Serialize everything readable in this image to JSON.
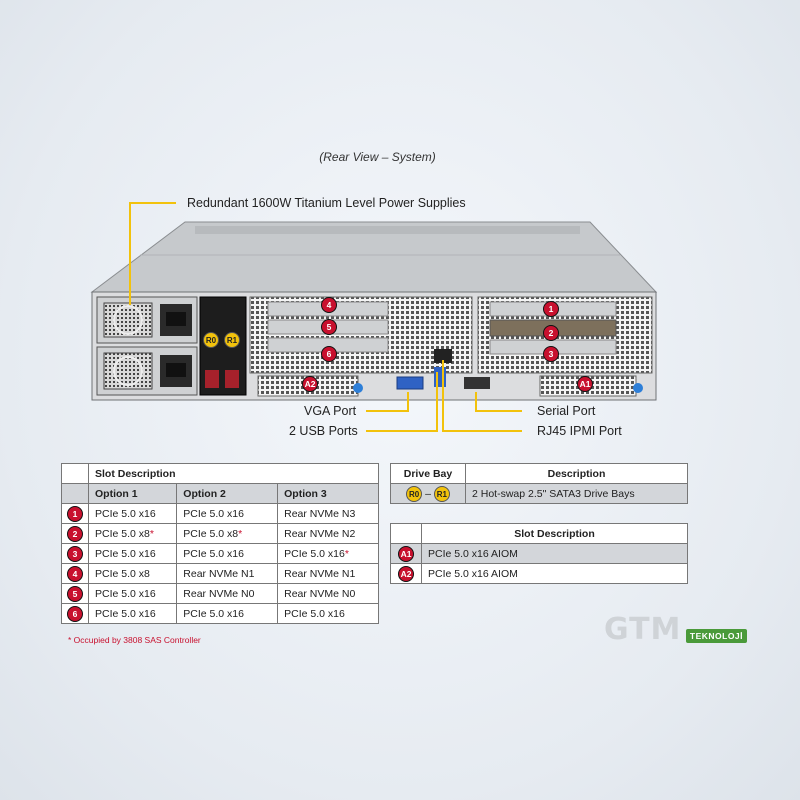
{
  "view_title": "(Rear View – System)",
  "callouts": {
    "power_supplies": "Redundant 1600W Titanium Level Power Supplies",
    "vga_port": "VGA Port",
    "usb_ports": "2 USB Ports",
    "serial_port": "Serial Port",
    "rj45_ipmi": "RJ45 IPMI Port"
  },
  "chassis_badges": {
    "slot_left": [
      "4",
      "5",
      "6"
    ],
    "slot_right": [
      "1",
      "2",
      "3"
    ],
    "aiom_left": "A2",
    "aiom_right": "A1",
    "bay_r0": "R0",
    "bay_r1": "R1"
  },
  "slot_table": {
    "title": "Slot Description",
    "columns": [
      "Option 1",
      "Option 2",
      "Option 3"
    ],
    "rows": [
      {
        "slot": "1",
        "opt1": "PCIe 5.0 x16",
        "opt1_star": "",
        "opt2": "PCIe 5.0 x16",
        "opt2_star": "",
        "opt3": "Rear NVMe N3",
        "opt3_star": ""
      },
      {
        "slot": "2",
        "opt1": "PCIe 5.0 x8",
        "opt1_star": "*",
        "opt2": "PCIe 5.0 x8",
        "opt2_star": "*",
        "opt3": "Rear NVMe N2",
        "opt3_star": ""
      },
      {
        "slot": "3",
        "opt1": "PCIe 5.0 x16",
        "opt1_star": "",
        "opt2": "PCIe 5.0 x16",
        "opt2_star": "",
        "opt3": "PCIe 5.0 x16",
        "opt3_star": "*"
      },
      {
        "slot": "4",
        "opt1": "PCIe 5.0 x8",
        "opt1_star": "",
        "opt2": "Rear NVMe N1",
        "opt2_star": "",
        "opt3": "Rear NVMe N1",
        "opt3_star": ""
      },
      {
        "slot": "5",
        "opt1": "PCIe 5.0 x16",
        "opt1_star": "",
        "opt2": "Rear NVMe N0",
        "opt2_star": "",
        "opt3": "Rear NVMe N0",
        "opt3_star": ""
      },
      {
        "slot": "6",
        "opt1": "PCIe 5.0 x16",
        "opt1_star": "",
        "opt2": "PCIe 5.0 x16",
        "opt2_star": "",
        "opt3": "PCIe 5.0 x16",
        "opt3_star": ""
      }
    ],
    "footnote": "* Occupied by 3808 SAS Controller"
  },
  "drive_table": {
    "col1": "Drive Bay",
    "col2": "Description",
    "bay_from": "R0",
    "dash": "–",
    "bay_to": "R1",
    "description": "2 Hot-swap 2.5\" SATA3 Drive Bays"
  },
  "aiom_table": {
    "title": "Slot Description",
    "rows": [
      {
        "slot": "A1",
        "desc": "PCIe 5.0 x16 AIOM"
      },
      {
        "slot": "A2",
        "desc": "PCIe 5.0 x16 AIOM"
      }
    ]
  },
  "logo": {
    "main": "GTM",
    "sub": "TEKNOLOJİ"
  },
  "colors": {
    "badge_red": "#c8102e",
    "badge_yellow": "#f2c20c",
    "callout_line": "#f2c20c",
    "table_header_grey": "#d3d6da",
    "logo_green": "#4a9a3a"
  }
}
